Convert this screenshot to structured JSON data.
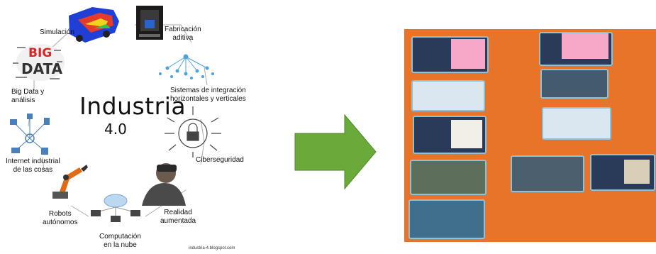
{
  "left_diagram": {
    "title_line1": "Industria",
    "title_line2": "4.0",
    "nodes": [
      {
        "id": "simulacion",
        "label": "Simulación"
      },
      {
        "id": "fabricacion",
        "label": "Fabricación\naditiva"
      },
      {
        "id": "sistemas",
        "label": "Sistemas de integración\nhorizontales y verticales"
      },
      {
        "id": "ciberseguridad",
        "label": "Ciberseguridad"
      },
      {
        "id": "realidad",
        "label": "Realidad\naumentada"
      },
      {
        "id": "nube",
        "label": "Computación\nen la nube"
      },
      {
        "id": "robots",
        "label": "Robots\nautónomos"
      },
      {
        "id": "iot",
        "label": "Internet industrial\nde las cosas"
      },
      {
        "id": "bigdata",
        "label": "Big Data y\nanálisis"
      }
    ],
    "bigdata_icon_text": [
      "BIG",
      "DATA"
    ],
    "credit": "industria-4.blogspot.com"
  },
  "arrow": {
    "color": "#6aaa3a"
  },
  "photo": {
    "background": "#e8742a",
    "note_color": "#f7a8c8"
  }
}
